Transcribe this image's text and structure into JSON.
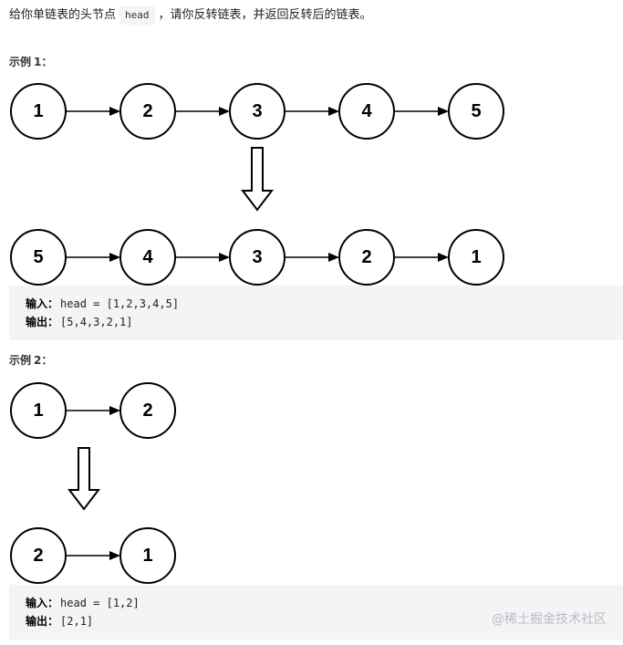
{
  "intro": {
    "before": "给你单链表的头节点",
    "code": "head",
    "after": "，请你反转链表，并返回反转后的链表。"
  },
  "examples": [
    {
      "label": "示例",
      "number": "1",
      "colon": "：",
      "original_list": [
        "1",
        "2",
        "3",
        "4",
        "5"
      ],
      "reversed_list": [
        "5",
        "4",
        "3",
        "2",
        "1"
      ],
      "input_label": "输入：",
      "input_value": "head = [1,2,3,4,5]",
      "output_label": "输出：",
      "output_value": "[5,4,3,2,1]"
    },
    {
      "label": "示例",
      "number": "2",
      "colon": "：",
      "original_list": [
        "1",
        "2"
      ],
      "reversed_list": [
        "2",
        "1"
      ],
      "input_label": "输入：",
      "input_value": "head = [1,2]",
      "output_label": "输出：",
      "output_value": "[2,1]"
    }
  ],
  "watermark": "@稀土掘金技术社区"
}
